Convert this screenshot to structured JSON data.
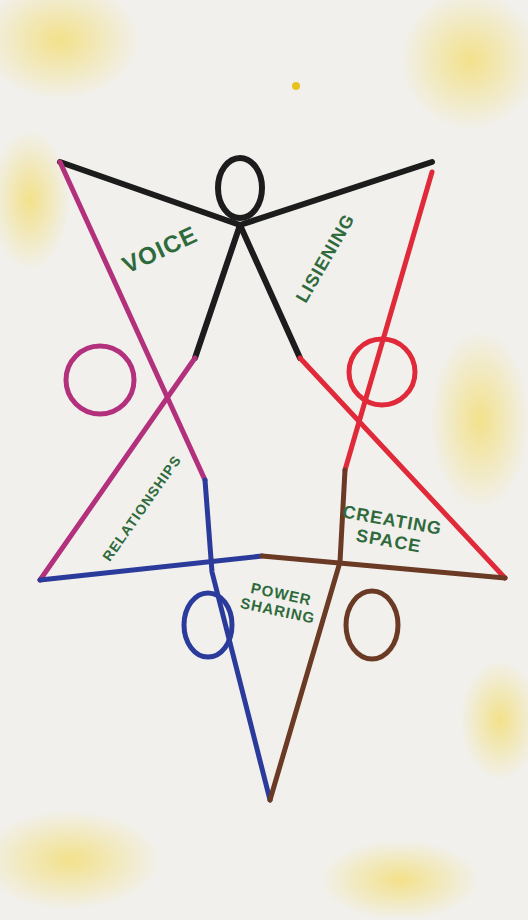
{
  "diagram": {
    "labels": [
      "VOICE",
      "LISIENING",
      "RELATIONSHIPS",
      "CREATING SPACE",
      "POWER SHARING"
    ]
  }
}
